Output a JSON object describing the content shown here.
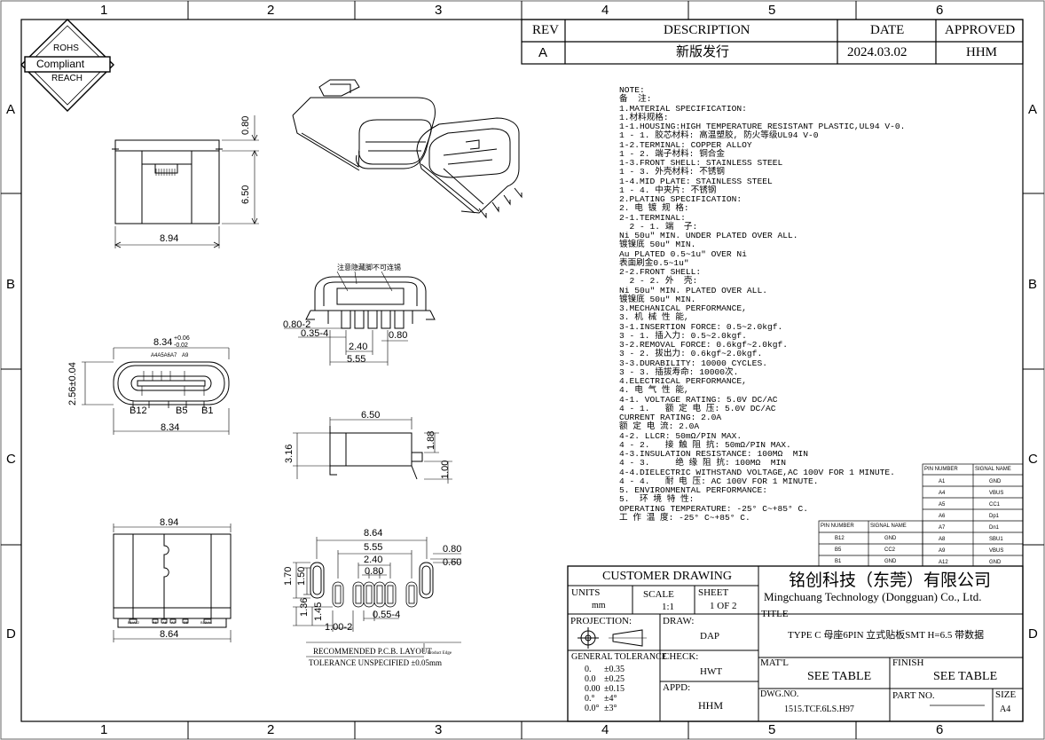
{
  "border": {
    "columns": [
      "1",
      "2",
      "3",
      "4",
      "5",
      "6"
    ],
    "rows": [
      "A",
      "B",
      "C",
      "D"
    ]
  },
  "cert_logo": {
    "line1": "ROHS",
    "line2": "Compliant",
    "line3": "REACH"
  },
  "revision": {
    "headers": {
      "rev": "REV",
      "description": "DESCRIPTION",
      "date": "DATE",
      "approved": "APPROVED"
    },
    "row": {
      "rev": "A",
      "description": "新版发行",
      "date": "2024.03.02",
      "approved": "HHM"
    }
  },
  "notes": [
    "NOTE:",
    "备  注:",
    "1.MATERIAL SPECIFICATION:",
    "1.材料规格:",
    "1-1.HOUSING:HIGH TEMPERATURE RESISTANT PLASTIC,UL94 V-0.",
    "1 - 1. 胶芯材料: 高温塑胶, 防火等级UL94 V-0",
    "1-2.TERMINAL: COPPER ALLOY",
    "1 - 2. 端子材料: 铜合金",
    "1-3.FRONT SHELL: STAINLESS STEEL",
    "1 - 3. 外壳材料: 不锈钢",
    "1-4.MID PLATE: STAINLESS STEEL",
    "1 - 4. 中夹片: 不锈钢",
    "2.PLATING SPECIFICATION:",
    "2. 电 镀 规 格:",
    "2-1.TERMINAL:",
    "  2 - 1. 端  子:",
    "Ni 50u\" MIN. UNDER PLATED OVER ALL.",
    "镀镍底 50u\" MIN.",
    "Au PLATED 0.5~1u\" OVER Ni",
    "表面刷金0.5~1u\"",
    "2-2.FRONT SHELL:",
    "  2 - 2. 外  壳:",
    "Ni 50u\" MIN. PLATED OVER ALL.",
    "镀镍底 50u\" MIN.",
    "3.MECHANICAL PERFORMANCE,",
    "3. 机 械 性 能,",
    "3-1.INSERTION FORCE: 0.5~2.0kgf.",
    "3 - 1. 插入力: 0.5~2.0kgf.",
    "3-2.REMOVAL FORCE: 0.6kgf~2.0kgf.",
    "3 - 2. 拔出力: 0.6kgf~2.0kgf.",
    "3-3.DURABILITY: 10000 CYCLES.",
    "3 - 3. 插拔寿命: 10000次.",
    "4.ELECTRICAL PERFORMANCE,",
    "4. 电 气 性 能,",
    "4-1. VOLTAGE RATING: 5.0V DC/AC",
    "4 - 1.   额 定 电 压: 5.0V DC/AC",
    "CURRENT RATING: 2.0A",
    "额 定 电 流: 2.0A",
    "4-2. LLCR: 50mΩ/PIN MAX.",
    "4 - 2.   接 触 阻 抗: 50mΩ/PIN MAX.",
    "4-3.INSULATION RESISTANCE: 100MΩ  MIN",
    "4 - 3.     绝 缘 阻 抗: 100MΩ  MIN",
    "4-4.DIELECTRIC WITHSTAND VOLTAGE,AC 100V FOR 1 MINUTE.",
    "4 - 4.   耐 电 压: AC 100V FOR 1 MINUTE.",
    "5. ENVIRONMENTAL PERFORMANCE:",
    "5.  环 境 特 性:",
    "OPERATING TEMPERATURE: -25° C~+85° C.",
    "工 作 温 度: -25° C~+85° C."
  ],
  "pin_table_right": {
    "headers": [
      "PIN NUMBER",
      "SIGNAL NAME"
    ],
    "rows": [
      [
        "A1",
        "GND"
      ],
      [
        "A4",
        "VBUS"
      ],
      [
        "A5",
        "CC1"
      ],
      [
        "A6",
        "Dp1"
      ],
      [
        "A7",
        "Dn1"
      ],
      [
        "A8",
        "SBU1"
      ],
      [
        "A9",
        "VBUS"
      ],
      [
        "A12",
        "GND"
      ]
    ]
  },
  "pin_table_left": {
    "headers": [
      "PIN NUMBER",
      "SIGNAL NAME"
    ],
    "rows": [
      [
        "B12",
        "GND"
      ],
      [
        "B5",
        "CC2"
      ],
      [
        "B1",
        "GND"
      ]
    ]
  },
  "dimensions": {
    "side_width": "8.94",
    "side_h1": "0.80",
    "side_h2": "6.50",
    "note_label": "注意隐藏脚不可连锡",
    "pcb_a": "0.80-2",
    "pcb_b": "0.35-4",
    "pcb_c": "0.80",
    "pcb_d": "2.40",
    "pcb_e": "5.55",
    "front_top": "8.34",
    "tol_plus": "+0.06",
    "tol_minus": "-0.02",
    "front_h": "2.56±0.04",
    "front_pins_top": "A4A5A6A7",
    "front_pin_a9": "A9",
    "front_b12": "B12",
    "front_b5": "B5",
    "front_b1": "B1",
    "front_bottom": "8.34",
    "rear_top": "6.50",
    "rear_h1": "3.16",
    "rear_h2": "1.88",
    "rear_h3": "1.00",
    "bot_top": "8.94",
    "bot_bottom": "8.64",
    "bot_pins": [
      "B1/A12",
      "A5",
      "A6",
      "A7",
      "B5",
      "B12/A1"
    ],
    "fp_w": "8.64",
    "fp_b": "5.55",
    "fp_c": "2.40",
    "fp_d": "0.80",
    "fp_e": "0.80",
    "fp_f": "0.60",
    "fp_g": "1.70",
    "fp_h": "1.50",
    "fp_i": "1.36",
    "fp_j": "1.45",
    "fp_k": "0.55-4",
    "fp_l": "1.00-2",
    "fp_title": "RECOMMENDED  P.C.B.  LAYOUT",
    "fp_edge": "Product Edge",
    "fp_tol": "TOLERANCE UNSPECIFIED ±0.05mm"
  },
  "title_block": {
    "customer_drawing": "CUSTOMER DRAWING",
    "company_cn": "铭创科技（东莞）有限公司",
    "company_en": "Mingchuang Technology (Dongguan) Co., Ltd.",
    "units_label": "UNITS",
    "units": "mm",
    "scale_label": "SCALE",
    "scale": "1:1",
    "sheet_label": "SHEET",
    "sheet": "1 OF 2",
    "title_label": "TITLE",
    "title": "TYPE C 母座6PIN 立式贴板SMT H=6.5 带数据",
    "projection_label": "PROJECTION:",
    "draw_label": "DRAW:",
    "draw": "DAP",
    "check_label": "CHECK:",
    "check": "HWT",
    "appd_label": "APPD:",
    "appd": "HHM",
    "tolerance_label": "GENERAL TOLERANCE",
    "tolerances": [
      [
        "0.",
        "±0.35"
      ],
      [
        "0.0",
        "±0.25"
      ],
      [
        "0.00",
        "±0.15"
      ],
      [
        "0.°",
        "±4°"
      ],
      [
        "0.0°",
        "±3°"
      ]
    ],
    "matl_label": "MAT'L",
    "matl": "SEE TABLE",
    "finish_label": "FINISH",
    "finish": "SEE TABLE",
    "dwg_label": "DWG.NO.",
    "dwg": "1515.TCF.6LS.H97",
    "part_label": "PART NO.",
    "size_label": "SIZE",
    "size": "A4"
  }
}
